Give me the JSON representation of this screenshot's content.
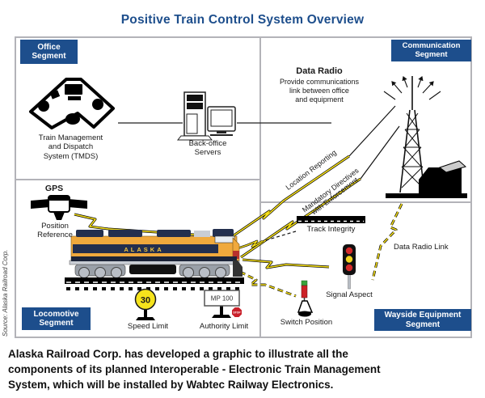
{
  "title": "Positive Train Control System Overview",
  "source_note": "Source: Alaska Railroad Corp.",
  "caption": "Alaska Railroad Corp. has developed a graphic to illustrate all the\ncomponents of its planned Interoperable - Electronic Train Management\nSystem, which will be installed by Wabtec Railway Electronics.",
  "segments": {
    "office": {
      "badge": "Office\nSegment",
      "tmds_label": "Train Management\nand Dispatch\nSystem (TMDS)",
      "servers_label": "Back-office\nServers"
    },
    "communication": {
      "badge": "Communication\nSegment",
      "data_radio_title": "Data Radio",
      "data_radio_desc": "Provide communications\nlink between office\nand equipment"
    },
    "locomotive": {
      "badge": "Locomotive\nSegment",
      "gps_label": "GPS",
      "position_reference_label": "Position\nReference",
      "loco_brand": "ALASKA",
      "speed_sign_value": "30",
      "speed_limit_label": "Speed Limit",
      "milepost_sign": "MP 100",
      "stop_sign": "STOP",
      "authority_limit_label": "Authority Limit"
    },
    "wayside": {
      "badge": "Wayside Equipment\nSegment",
      "track_integrity_label": "Track Integrity",
      "signal_aspect_label": "Signal Aspect",
      "switch_position_label": "Switch Position",
      "data_radio_link_label": "Data Radio Link"
    }
  },
  "links": {
    "location_reporting": "Location Reporting",
    "mandatory_directives": "Mandatory Directives\nwith Enforcement"
  },
  "colors": {
    "accent_blue": "#1d4e8c",
    "border_grey": "#b3b3b8",
    "bolt_yellow": "#f7e019",
    "loco_yellow": "#f0a93c",
    "loco_navy": "#232f4e",
    "signal_red": "#d42a2a",
    "signal_yellow": "#f2d41e",
    "stop_red": "#c9202a",
    "switch_green": "#39a23c",
    "speed_sign_yellow": "#f5e31c"
  }
}
